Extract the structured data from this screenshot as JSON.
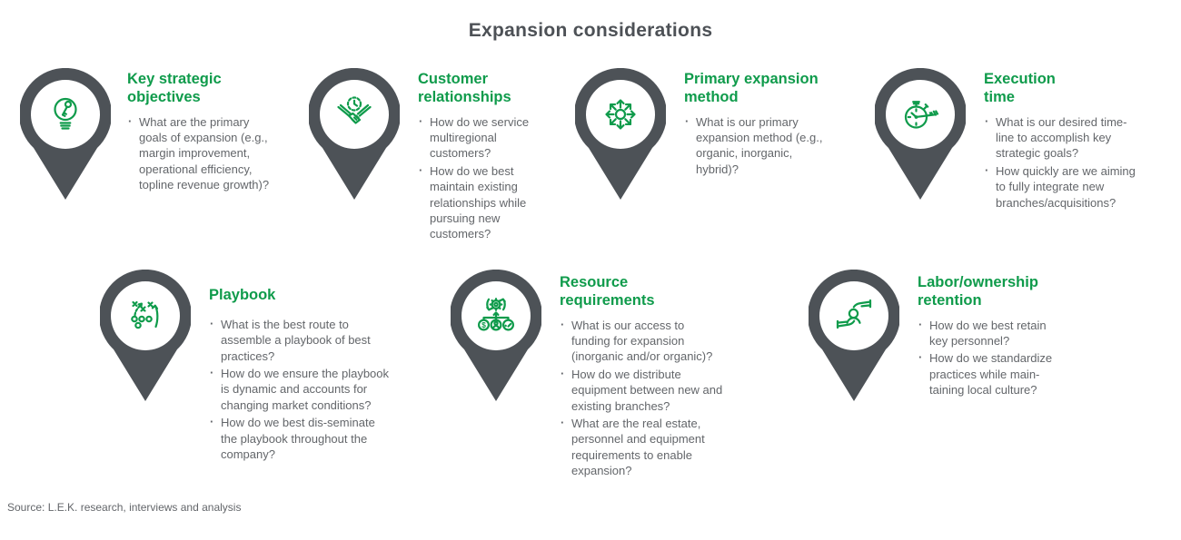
{
  "title": "Expansion considerations",
  "source": "Source: L.E.K. research, interviews and analysis",
  "colors": {
    "green": "#0f9b4b",
    "pin_gray": "#4d5257",
    "body_text": "#63666a",
    "title_text": "#4d5156"
  },
  "items": [
    {
      "title": "Key strategic objectives",
      "icon": "lightbulb-key-icon",
      "bullets": [
        "What are the primary goals of expansion (e.g., margin improvement, operational efficiency, topline revenue growth)?"
      ]
    },
    {
      "title": "Customer relationships",
      "icon": "handshake-clock-icon",
      "bullets": [
        "How do we service multiregional customers?",
        "How do we best maintain existing relationships while pursuing new customers?"
      ]
    },
    {
      "title": "Primary expansion method",
      "icon": "expansion-arrows-icon",
      "bullets": [
        "What is our primary expansion method (e.g., organic, inorganic, hybrid)?"
      ]
    },
    {
      "title": "Execution time",
      "icon": "stopwatch-dart-icon",
      "bullets": [
        "What is our desired time-line to accomplish key strategic goals?",
        "How quickly are we aiming to fully integrate new branches/acquisitions?"
      ]
    },
    {
      "title": "Playbook",
      "icon": "playbook-strategy-icon",
      "bullets": [
        "What is the best route to assemble a playbook of best practices?",
        "How do we ensure the playbook is dynamic and accounts for changing market conditions?",
        "How do we best dis-seminate the playbook throughout the company?"
      ]
    },
    {
      "title": "Resource requirements",
      "icon": "funding-resources-gear-icon",
      "bullets": [
        "What is our access to funding for expansion (inorganic and/or organic)?",
        "How do we distribute equipment between new and existing branches?",
        "What are the real estate, personnel and equipment requirements to enable expansion?"
      ]
    },
    {
      "title": "Labor/ownership retention",
      "icon": "hands-holding-person-icon",
      "bullets": [
        "How do we best retain key personnel?",
        "How do we standardize practices while main-taining local culture?"
      ]
    }
  ]
}
